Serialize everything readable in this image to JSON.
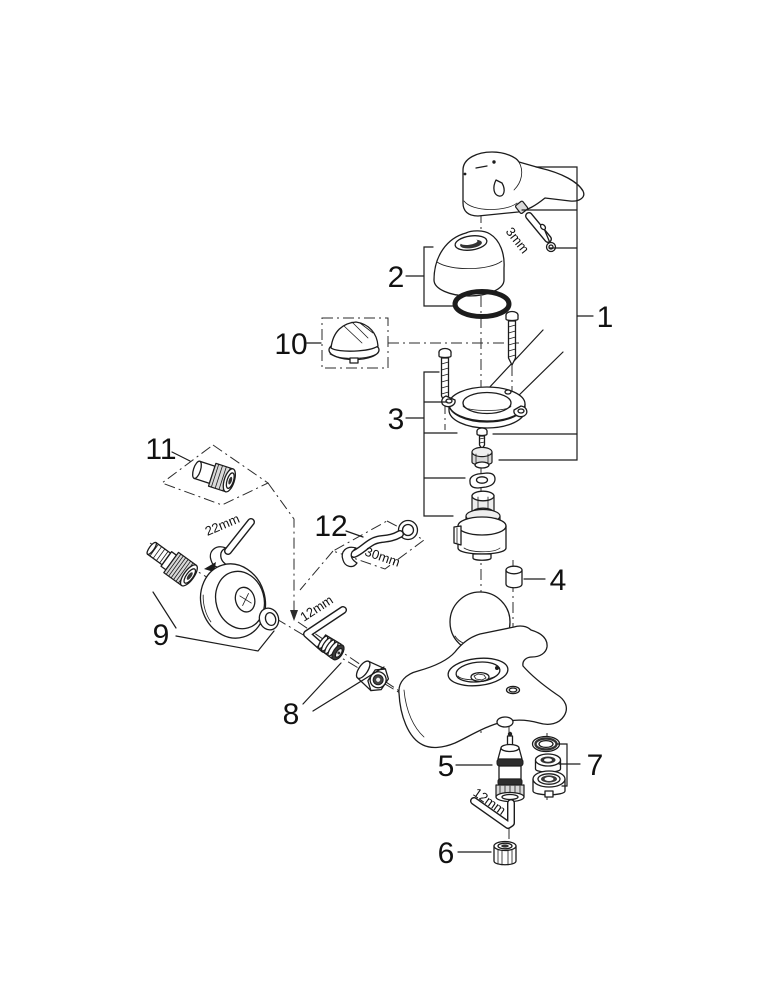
{
  "diagram": {
    "type": "exploded-parts-diagram",
    "background": "#ffffff",
    "line_color": "#1c1c1c"
  },
  "callouts": {
    "c1": "1",
    "c2": "2",
    "c3": "3",
    "c4": "4",
    "c5": "5",
    "c6": "6",
    "c7": "7",
    "c8": "8",
    "c9": "9",
    "c10": "10",
    "c11": "11",
    "c12": "12"
  },
  "tool_labels": {
    "allen_3mm": "3mm",
    "wrench_22mm": "22mm",
    "wrench_30mm": "30mm",
    "hex_12mm_upper": "12mm",
    "hex_12mm_lower": "12mm"
  }
}
